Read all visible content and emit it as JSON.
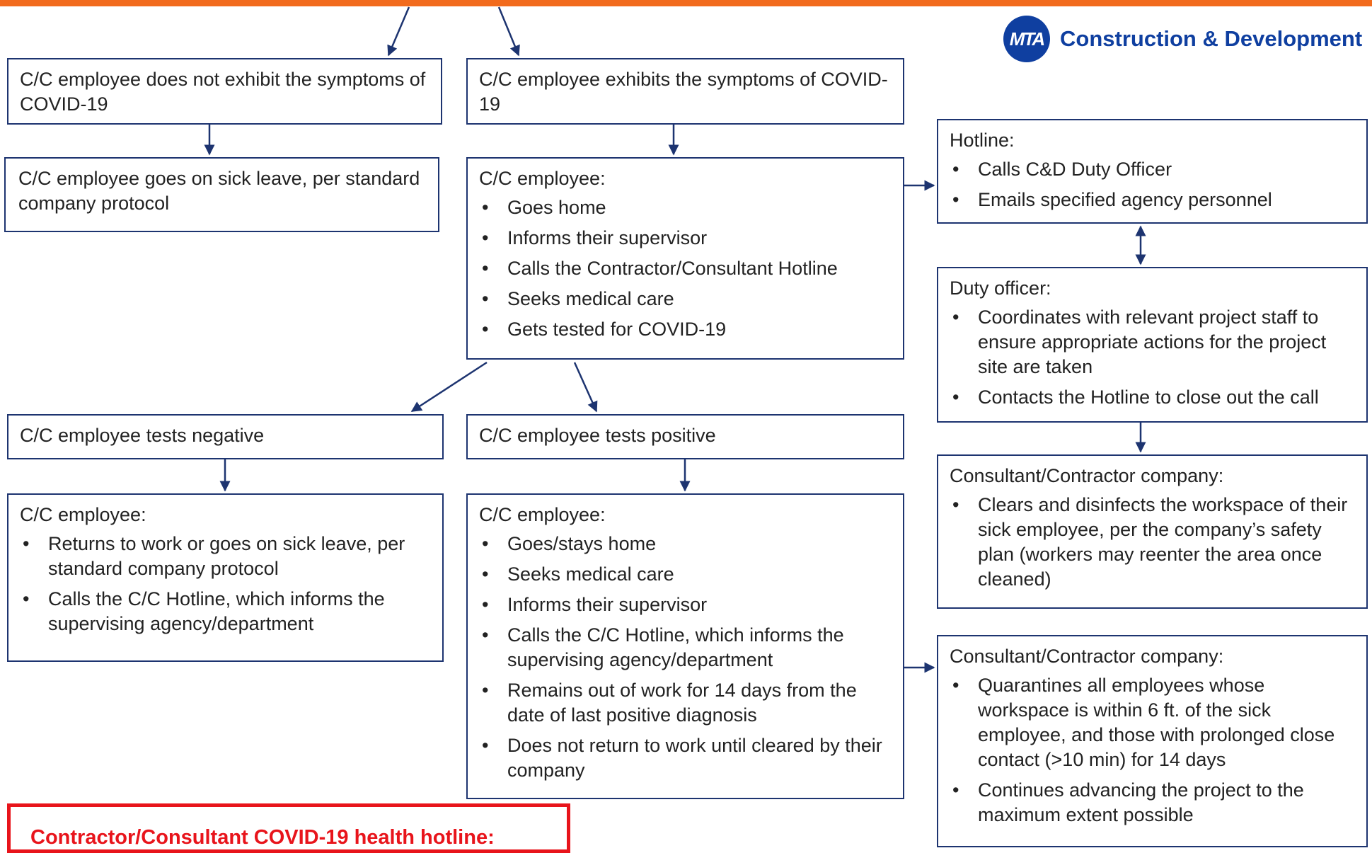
{
  "header": {
    "bar_color": "#f26b1d",
    "logo_mark": "MTA",
    "logo_text": "Construction & Development",
    "brand_color": "#0f3fa0"
  },
  "boxes": {
    "no_symptoms": {
      "title": "C/C employee does not exhibit the symptoms of COVID-19"
    },
    "sick_leave": {
      "title": "C/C employee goes on sick leave, per standard company protocol"
    },
    "symptoms": {
      "title": "C/C employee exhibits the symptoms of COVID-19"
    },
    "employee_actions": {
      "title": "C/C employee:",
      "items": [
        "Goes home",
        "Informs their supervisor",
        "Calls the Contractor/Consultant Hotline",
        "Seeks medical care",
        "Gets tested for COVID-19"
      ]
    },
    "hotline": {
      "title": "Hotline:",
      "items": [
        "Calls C&D Duty Officer",
        "Emails specified agency personnel"
      ]
    },
    "duty_officer": {
      "title": "Duty officer:",
      "items": [
        "Coordinates with relevant project staff to ensure appropriate actions for the project site are taken",
        "Contacts the Hotline to close out the call"
      ]
    },
    "tests_negative": {
      "title": "C/C employee tests negative"
    },
    "tests_positive": {
      "title": "C/C employee tests positive"
    },
    "negative_actions": {
      "title": "C/C employee:",
      "items": [
        "Returns to work or goes on sick leave, per standard company protocol",
        "Calls the C/C Hotline, which informs the supervising agency/department"
      ]
    },
    "positive_actions": {
      "title": "C/C employee:",
      "items": [
        "Goes/stays home",
        "Seeks medical care",
        "Informs their supervisor",
        "Calls the C/C Hotline, which informs the supervising agency/department",
        "Remains out of work for 14 days from the date of last positive diagnosis",
        "Does not return to work until cleared by their company"
      ]
    },
    "company_clean": {
      "title": "Consultant/Contractor company:",
      "items": [
        "Clears and disinfects the workspace of their sick employee, per the company’s safety plan (workers may reenter the area once cleaned)"
      ]
    },
    "company_quarantine": {
      "title": "Consultant/Contractor company:",
      "items": [
        "Quarantines all employees whose workspace is within 6 ft. of the sick employee, and those with prolonged close contact (>10 min) for 14 days",
        "Continues advancing the project to the maximum extent possible"
      ]
    }
  },
  "hotline_banner": {
    "text": "Contractor/Consultant COVID-19 health hotline:",
    "color": "#e8141b"
  },
  "arrow_color": "#1d3470"
}
